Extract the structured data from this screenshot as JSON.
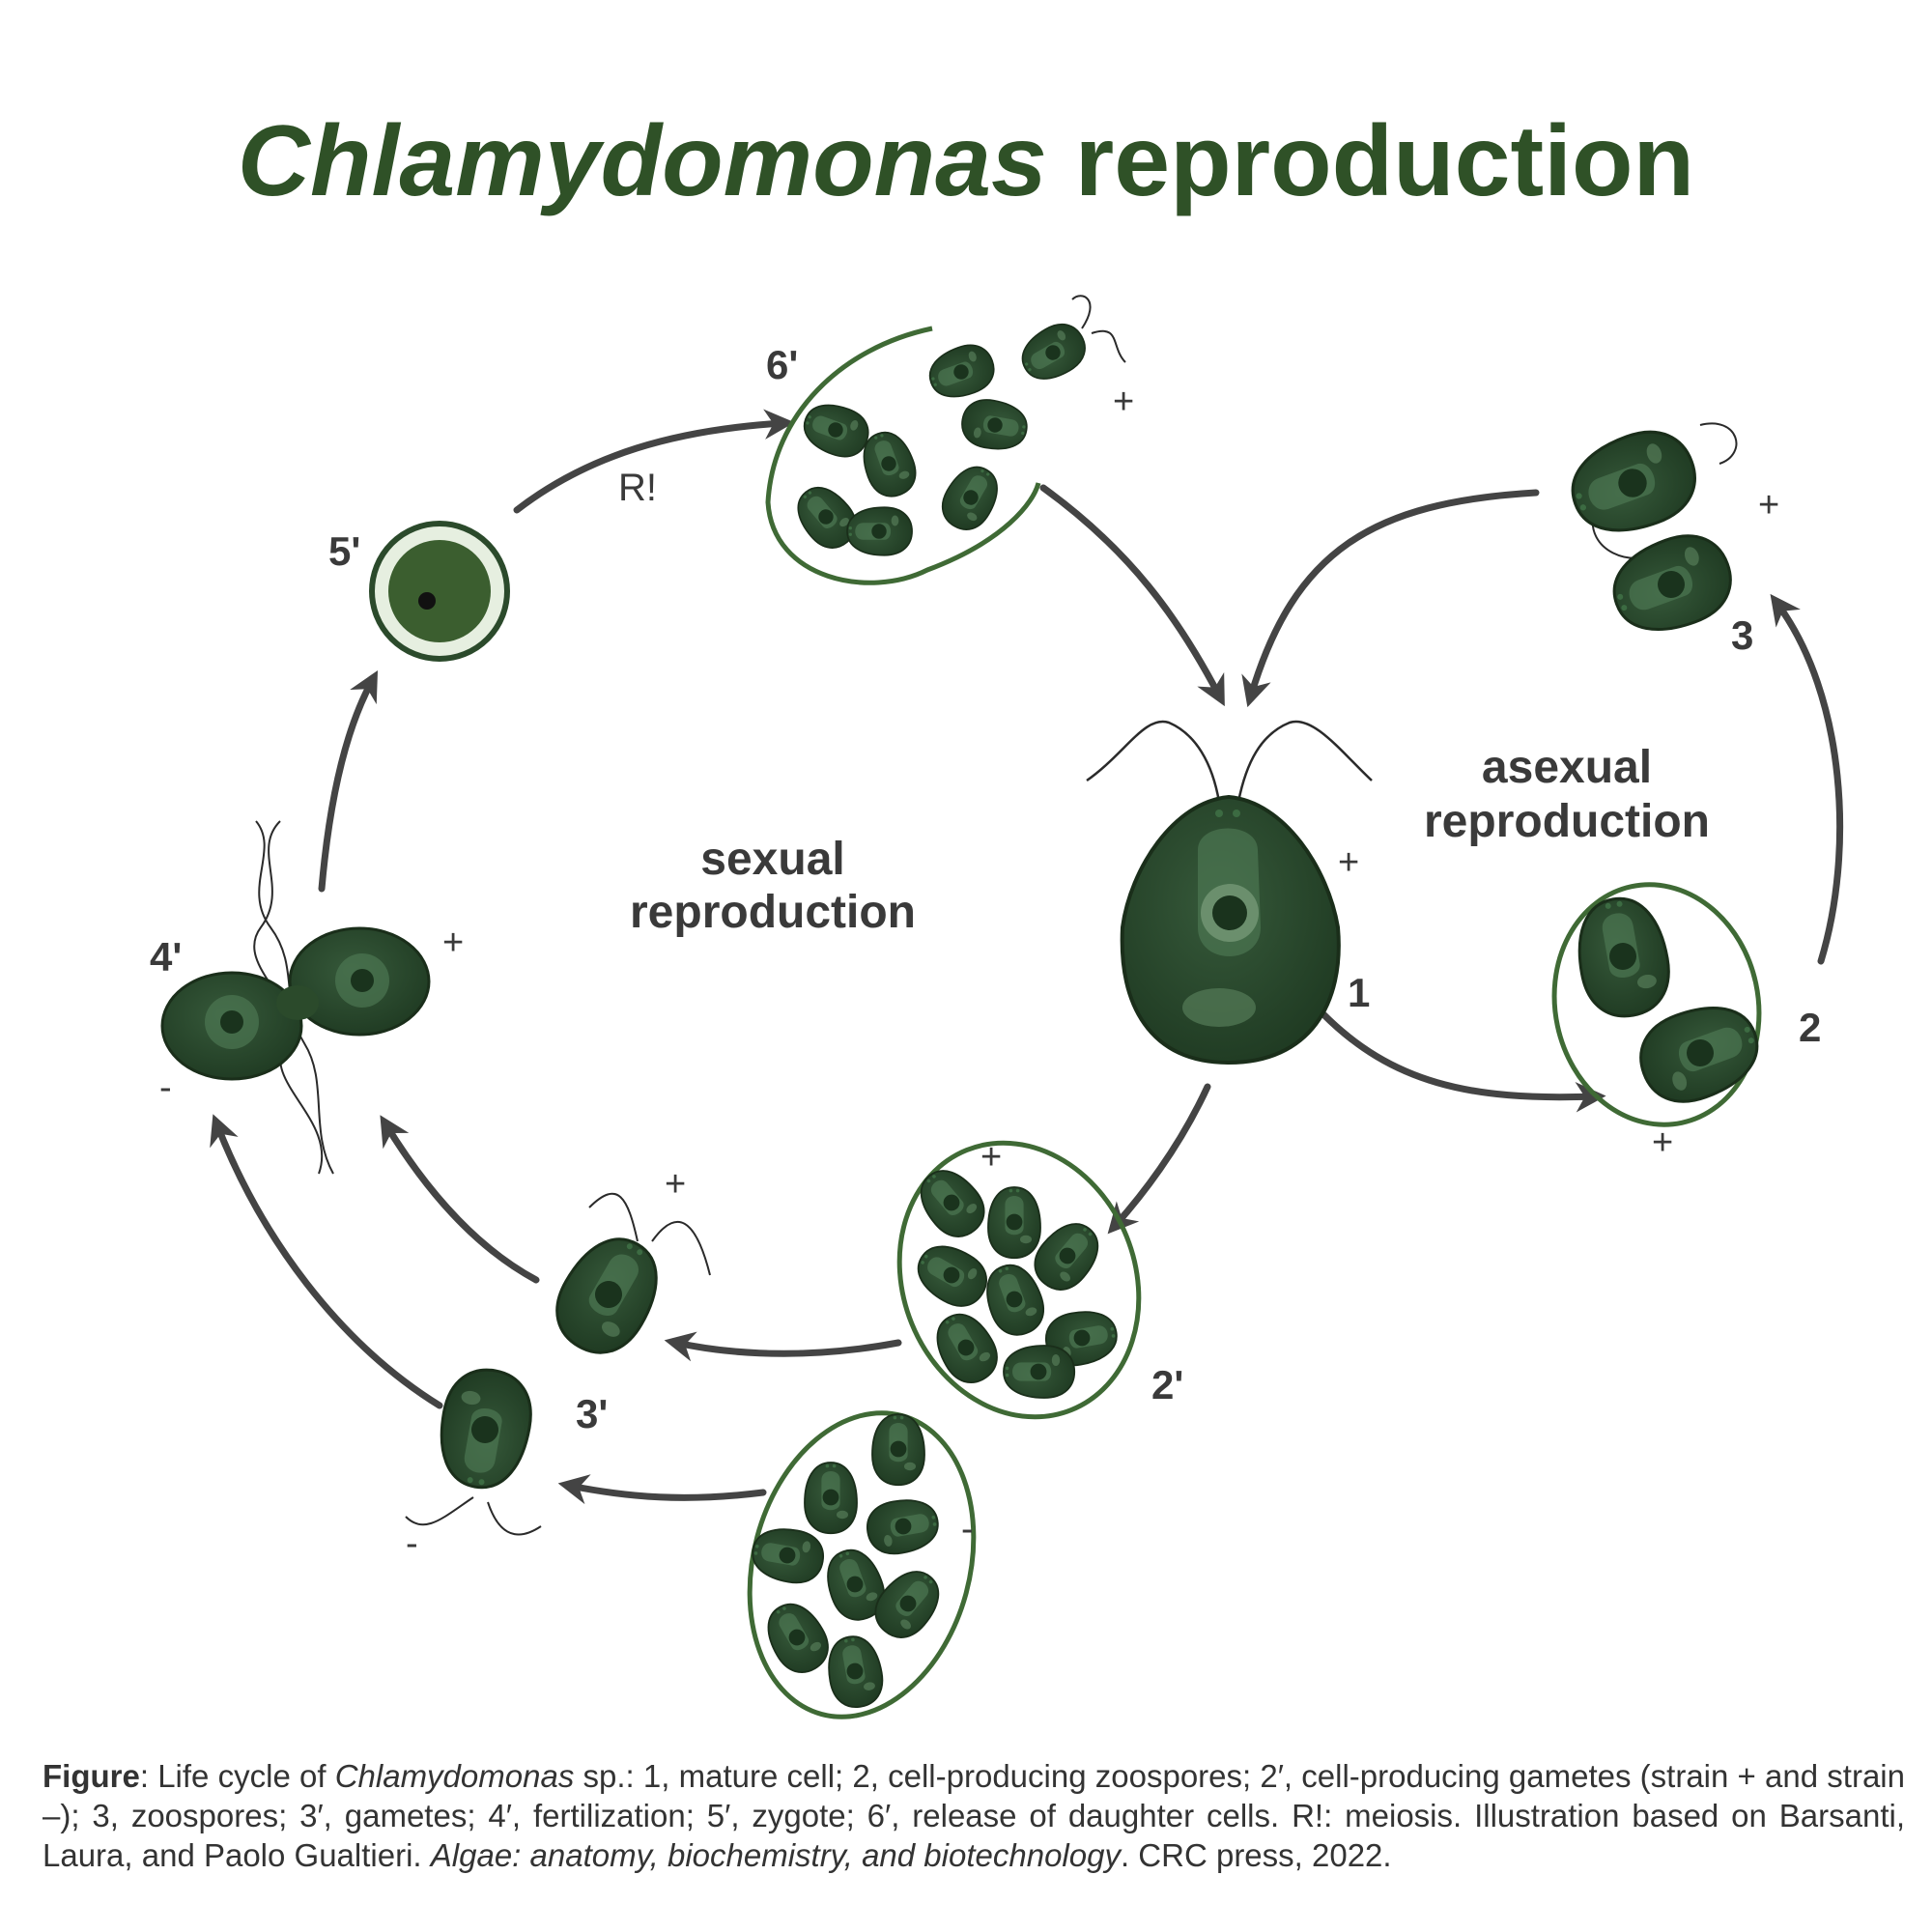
{
  "title": {
    "italic": "Chlamydomonas",
    "rest": "reproduction"
  },
  "stages": {
    "s1": "1",
    "s2": "2",
    "s3": "3",
    "s2p": "2'",
    "s3p": "3'",
    "s4p": "4'",
    "s5p": "5'",
    "s6p": "6'"
  },
  "signs": {
    "plus": "+",
    "minus": "-"
  },
  "meiosis_label": "R!",
  "regions": {
    "sexual_l1": "sexual",
    "sexual_l2": "reproduction",
    "asexual_l1": "asexual",
    "asexual_l2": "reproduction"
  },
  "caption": {
    "figure": "Figure",
    "p1": ": Life cycle of ",
    "genus": "Chlamydomonas",
    "p2": " sp.: 1, mature cell; 2, cell-producing zoospores; 2′, cell-producing gametes (strain + and strain –); 3, zoospores; 3′, gametes; 4′, fertilization; 5′, zygote; 6′, release of daughter cells. R!: meiosis. Illustration based on Barsanti, Laura, and Paolo Gualtieri. ",
    "book": "Algae: anatomy, biochemistry, and biotechnology",
    "p3": ". CRC press, 2022."
  },
  "colors": {
    "title": "#2f5127",
    "cell": "#2b4a2b",
    "arrow": "#444444",
    "wall": "#3f6a35"
  }
}
